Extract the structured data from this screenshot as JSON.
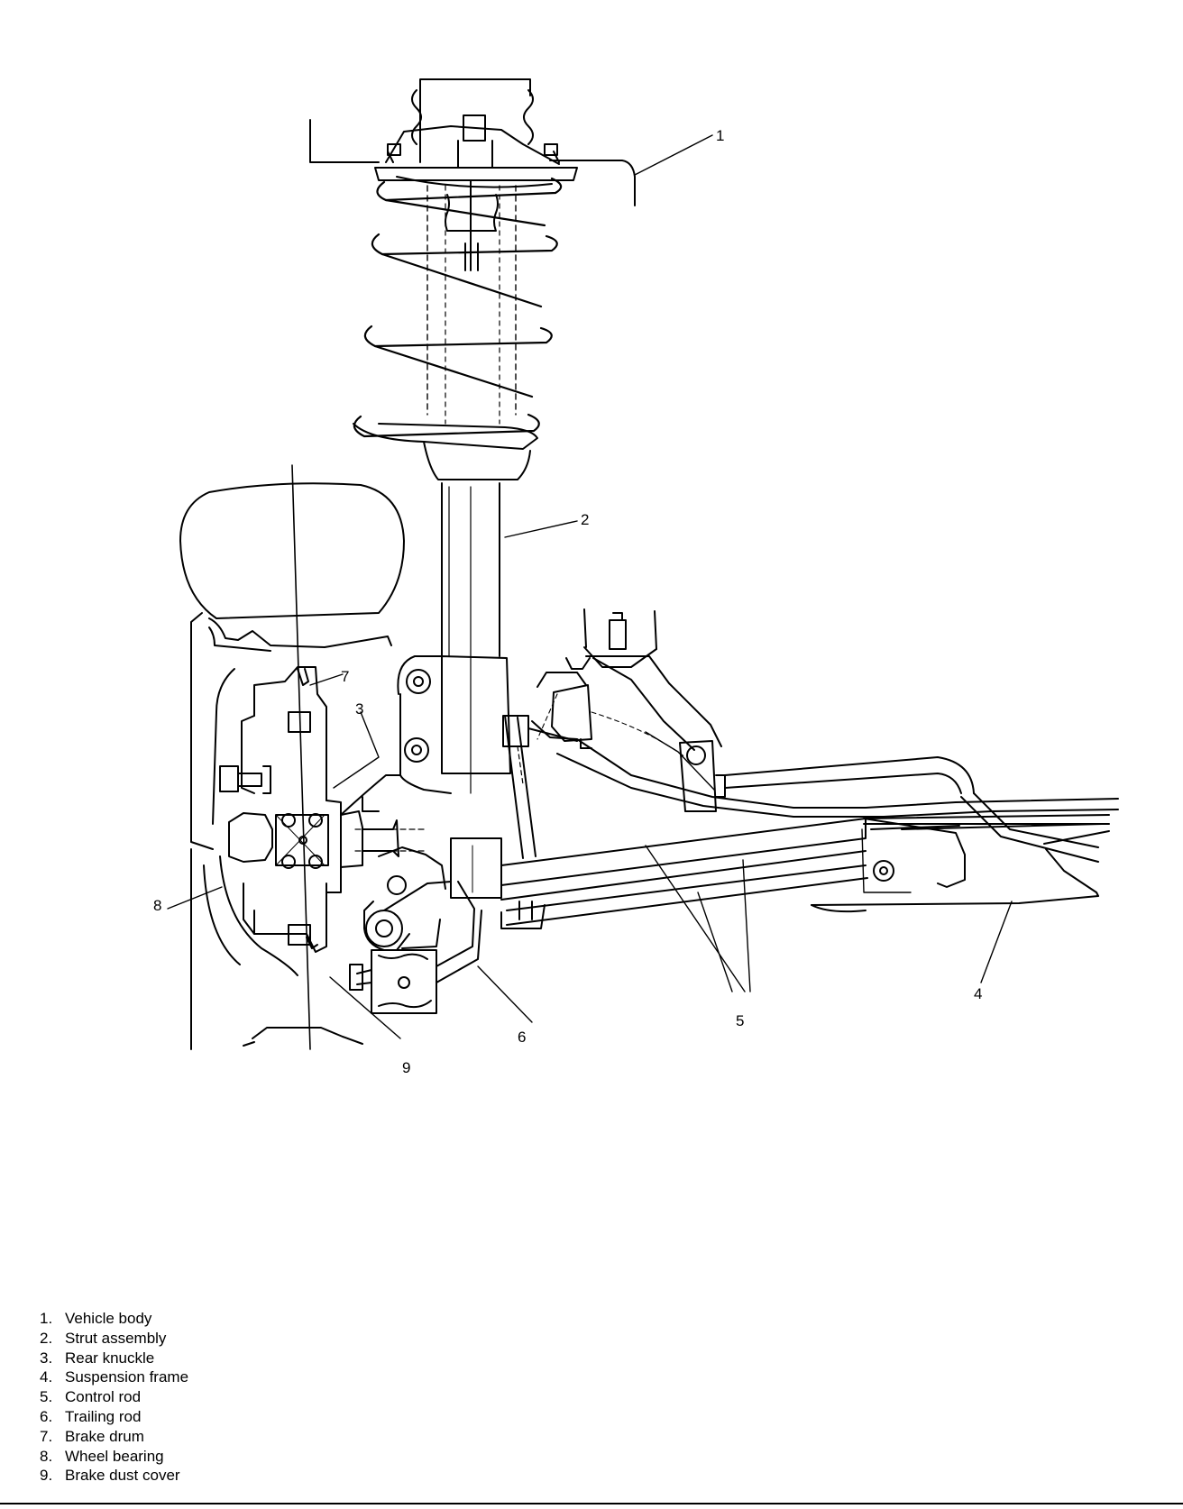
{
  "callouts": [
    "1",
    "2",
    "3",
    "4",
    "5",
    "6",
    "7",
    "8",
    "9"
  ],
  "legend": [
    {
      "num": "1.",
      "label": "Vehicle body"
    },
    {
      "num": "2.",
      "label": "Strut assembly"
    },
    {
      "num": "3.",
      "label": "Rear knuckle"
    },
    {
      "num": "4.",
      "label": "Suspension frame"
    },
    {
      "num": "5.",
      "label": "Control rod"
    },
    {
      "num": "6.",
      "label": "Trailing rod"
    },
    {
      "num": "7.",
      "label": "Brake drum"
    },
    {
      "num": "8.",
      "label": "Wheel bearing"
    },
    {
      "num": "9.",
      "label": "Brake dust cover"
    }
  ]
}
